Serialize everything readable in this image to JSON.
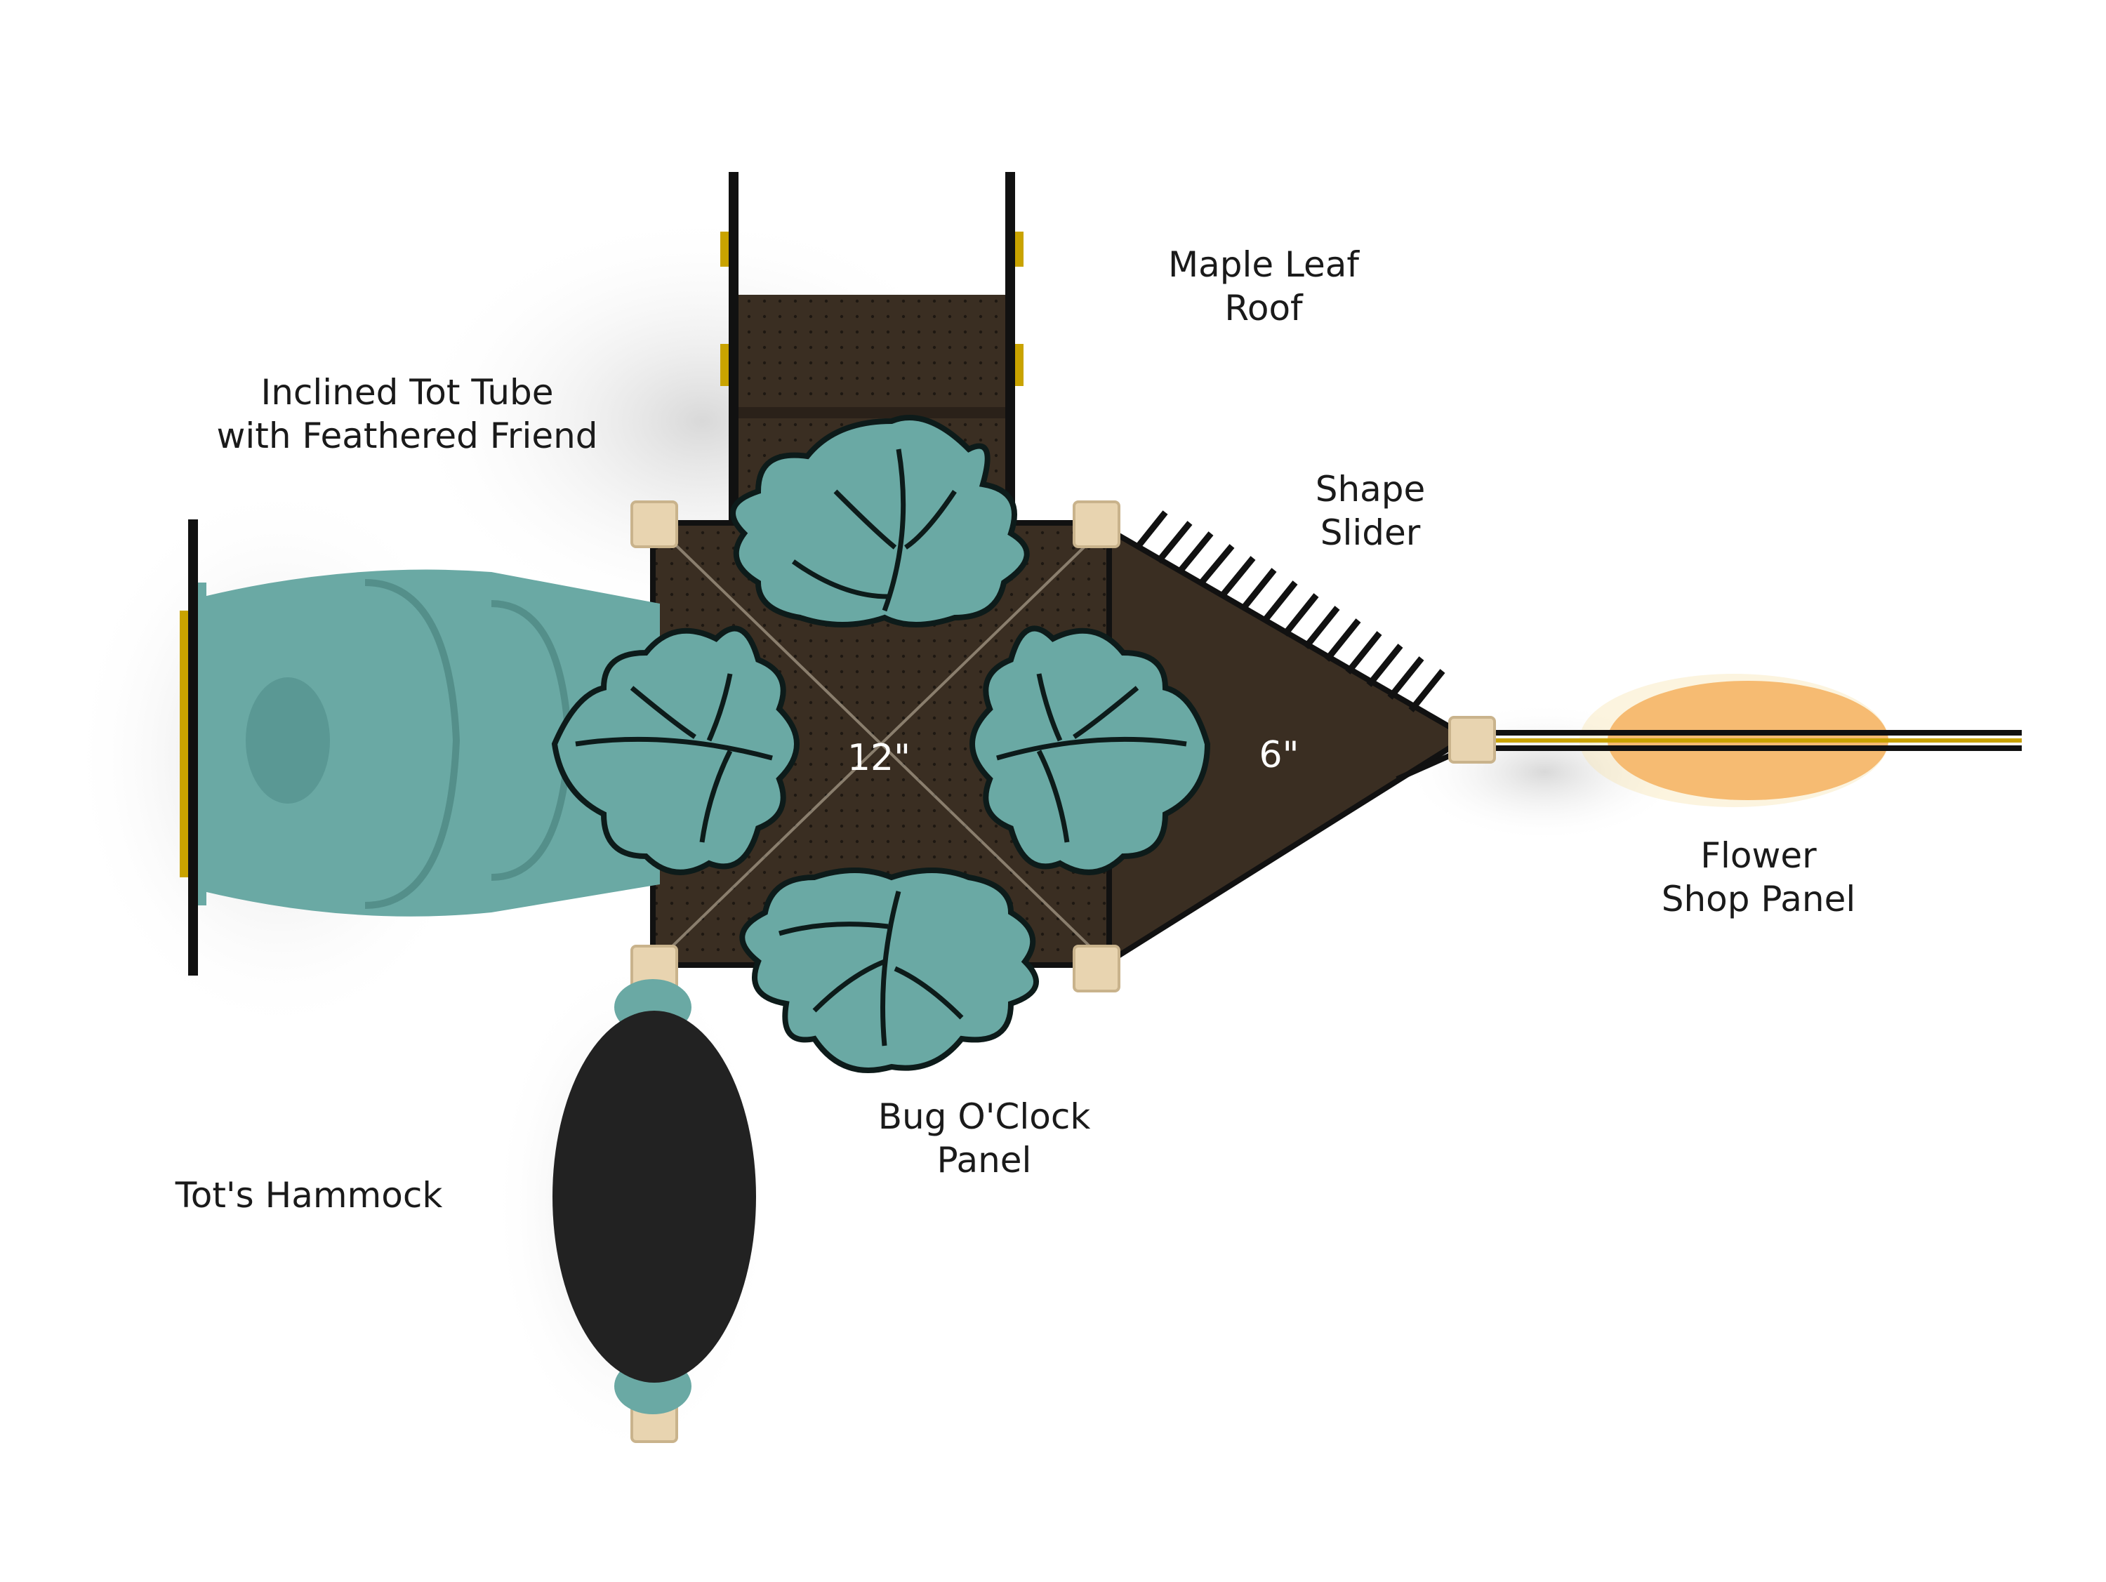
{
  "labels": {
    "maple_leaf_roof": [
      "Maple Leaf",
      "Roof"
    ],
    "inclined_tot_tube": [
      "Inclined Tot Tube",
      "with Feathered Friend"
    ],
    "shape_slider": [
      "Shape",
      "Slider"
    ],
    "flower_shop_panel": [
      "Flower",
      "Shop Panel"
    ],
    "bug_oclock_panel": [
      "Bug O'Clock",
      "Panel"
    ],
    "tots_hammock": [
      "Tot's Hammock"
    ]
  },
  "deck_heights": {
    "main_deck": "12\"",
    "side_deck": "6\""
  },
  "colors": {
    "deck": "#3a2e22",
    "leaf": "#6aa9a4",
    "tube": "#6aa9a4",
    "post": "#e8d4b0",
    "hammock": "#222222",
    "flower": "#f5a04a"
  }
}
